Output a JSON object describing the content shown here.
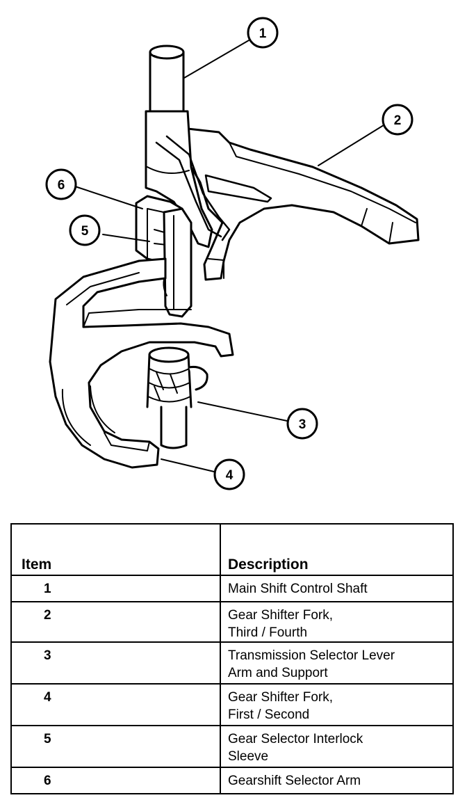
{
  "callouts": [
    "1",
    "2",
    "3",
    "4",
    "5",
    "6"
  ],
  "table": {
    "headers": {
      "item": "Item",
      "description": "Description"
    },
    "rows": [
      {
        "item": "1",
        "description": "Main Shift Control Shaft"
      },
      {
        "item": "2",
        "description": "Gear Shifter Fork,\nThird / Fourth"
      },
      {
        "item": "3",
        "description": "Transmission Selector Lever\nArm and Support"
      },
      {
        "item": "4",
        "description": "Gear Shifter Fork,\nFirst / Second"
      },
      {
        "item": "5",
        "description": "Gear Selector Interlock\nSleeve"
      },
      {
        "item": "6",
        "description": "Gearshift Selector Arm"
      }
    ]
  }
}
